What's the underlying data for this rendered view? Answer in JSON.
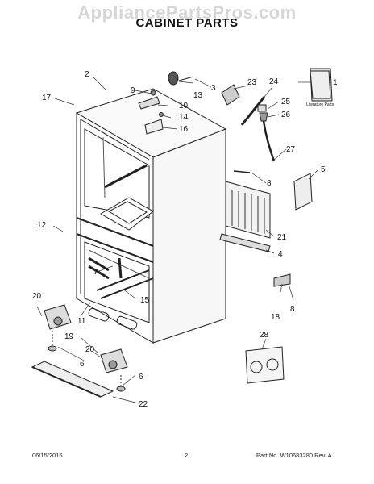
{
  "watermark": "AppliancePartsPros.com",
  "title": "CABINET PARTS",
  "literature_label": "Literature Parts",
  "callouts": [
    "1",
    "2",
    "3",
    "4",
    "5",
    "6",
    "6",
    "7",
    "8",
    "8",
    "9",
    "10",
    "11",
    "12",
    "13",
    "14",
    "15",
    "16",
    "17",
    "18",
    "19",
    "20",
    "20",
    "21",
    "22",
    "23",
    "24",
    "25",
    "26",
    "27",
    "28"
  ],
  "footer": {
    "date": "06/15/2016",
    "page": "2",
    "part_no": "Part No.  W10683280  Rev.  A"
  }
}
